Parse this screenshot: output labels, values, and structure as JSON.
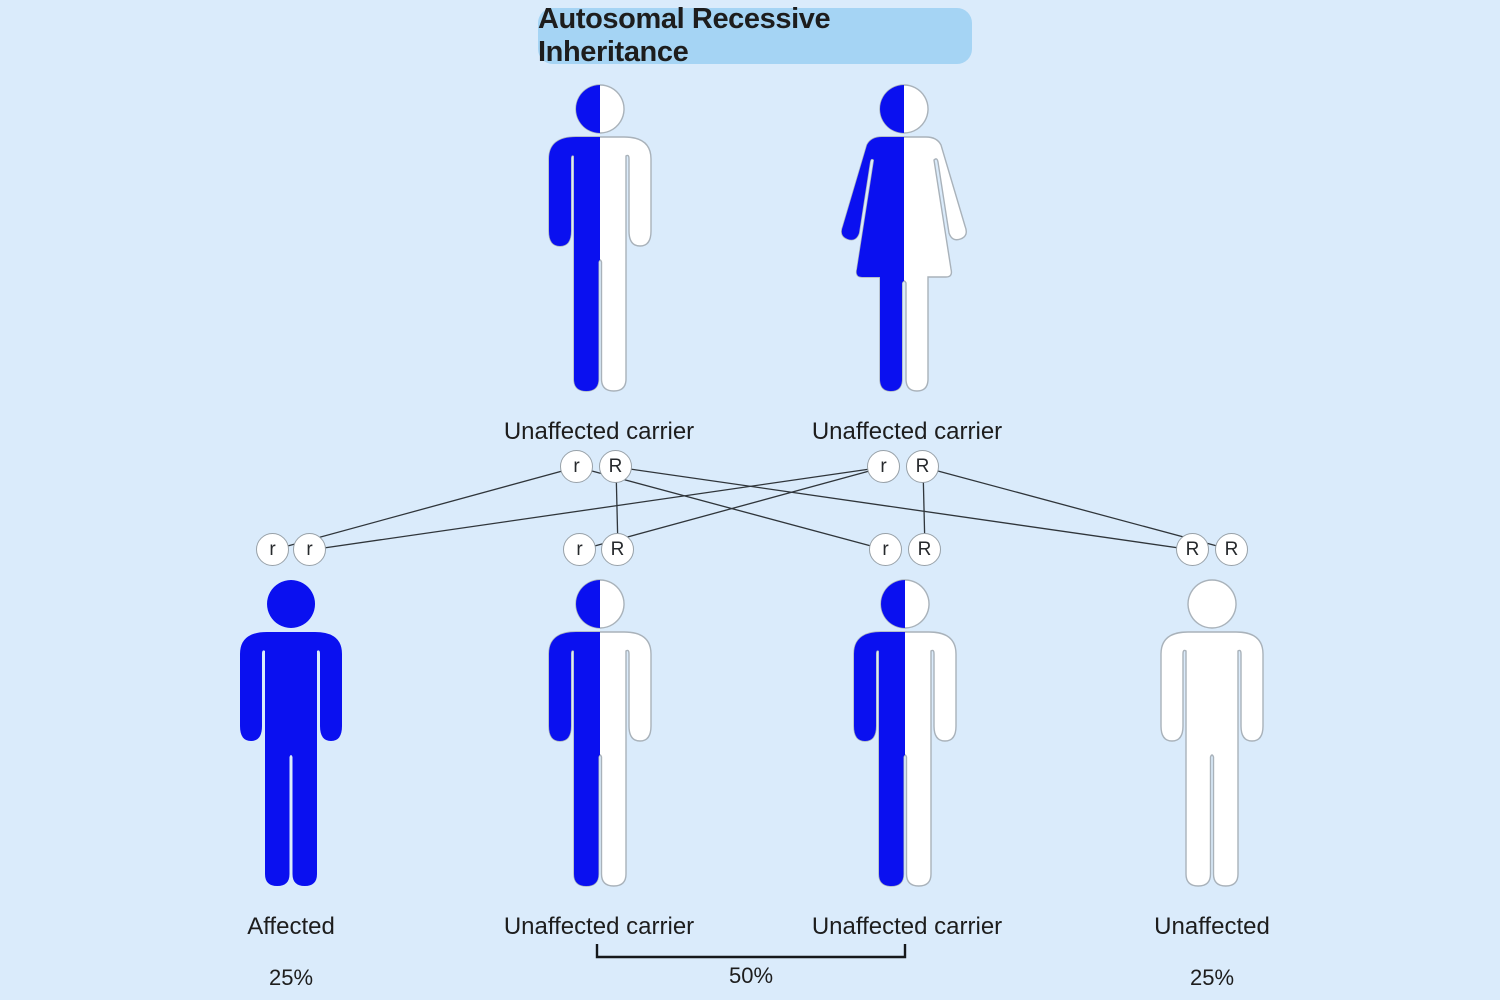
{
  "title": "Autosomal Recessive Inheritance",
  "parents": [
    {
      "label": "Unaffected carrier",
      "sex": "male",
      "status": "carrier",
      "alleles": [
        "r",
        "R"
      ]
    },
    {
      "label": "Unaffected carrier",
      "sex": "female",
      "status": "carrier",
      "alleles": [
        "r",
        "R"
      ]
    }
  ],
  "children": [
    {
      "label": "Affected",
      "sex": "male",
      "status": "affected",
      "alleles": [
        "r",
        "r"
      ],
      "percent": "25%"
    },
    {
      "label": "Unaffected carrier",
      "sex": "male",
      "status": "carrier",
      "alleles": [
        "r",
        "R"
      ]
    },
    {
      "label": "Unaffected carrier",
      "sex": "male",
      "status": "carrier",
      "alleles": [
        "r",
        "R"
      ]
    },
    {
      "label": "Unaffected",
      "sex": "male",
      "status": "unaffected",
      "alleles": [
        "R",
        "R"
      ],
      "percent": "25%"
    }
  ],
  "carrier_group_percent": "50%",
  "colors": {
    "background": "#daebfb",
    "badge": "#a5d4f4",
    "figure_blue": "#0a10f0",
    "figure_outline": "#a9b2ba",
    "line": "#2f353a",
    "text": "#1d1d1d"
  }
}
